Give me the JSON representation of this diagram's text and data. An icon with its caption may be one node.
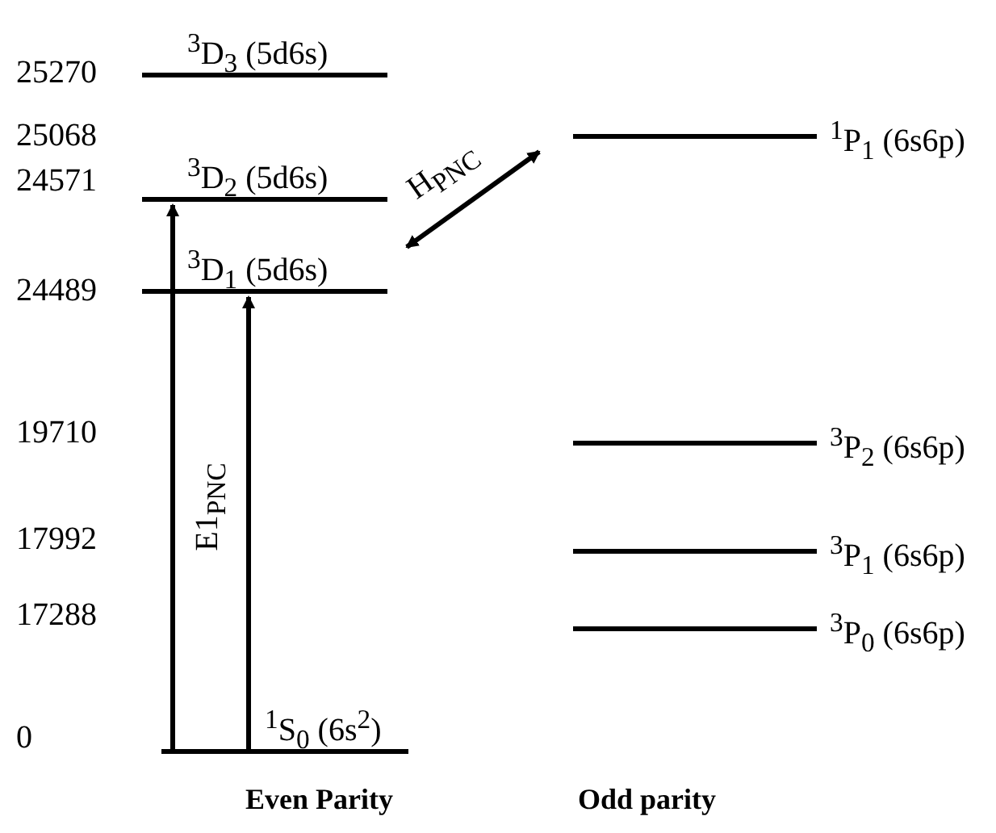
{
  "diagram": {
    "nodes": [
      {
        "text": [
          "$^{3}$D$_{3}$ (5d6s)"
        ]
      },
      {
        "text": [
          "$^{3}$D$_{2}$ (5d6s)"
        ]
      },
      {
        "text": [
          "$^{3}$D$_{1}$ (5d6s)"
        ]
      },
      {
        "text": [
          "$^{1}$P$_{1}$ (6s6p)"
        ]
      },
      {
        "text": [
          "$^{3}$P$_{2}$ (6s6p)"
        ]
      },
      {
        "text": [
          "$^{3}$P$_{1}$ (6s6p)"
        ]
      },
      {
        "text": [
          "$^{3}$P$_{0}$ (6s6p)"
        ]
      },
      {
        "text": [
          "$^{1}$S$_{0}$ (6s$^{2}$)"
        ]
      }
    ],
    "edges": [
      {
        "from": 7,
        "to": 1,
        "arrow": "to",
        "label": "E1$_{PNC}$"
      },
      {
        "from": 7,
        "to": 2,
        "arrow": "to"
      },
      {
        "from": 2,
        "to": 3,
        "arrow": "both",
        "label": "H$_{PNC}$"
      }
    ],
    "labels": [
      "25270",
      "25068",
      "24571",
      "24489",
      "19710",
      "17992",
      "17288",
      "0",
      "Even Parity",
      "Odd parity"
    ]
  }
}
